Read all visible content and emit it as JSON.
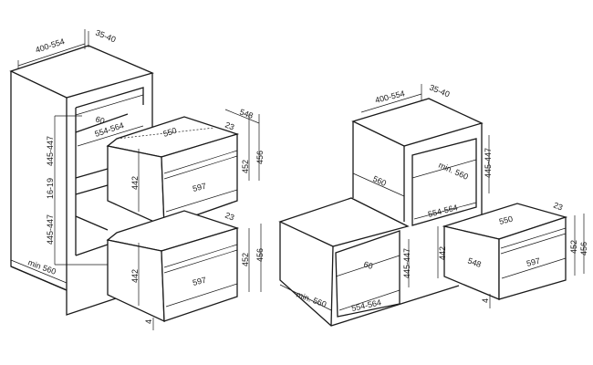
{
  "left_diagram": {
    "cabinet_width": "400-554",
    "rear_gap": "35-40",
    "niche_setback": "60",
    "niche_width": "554-564",
    "upper_niche_height": "445-447",
    "spacer_height": "16-19",
    "lower_niche_height": "445-447",
    "cabinet_depth": "min 560",
    "oven_depth": "548",
    "oven_body_width": "550",
    "upper_frame_offset": "23",
    "upper_body_height": "442",
    "upper_front_height": "452",
    "upper_total_height": "456",
    "upper_front_width": "597",
    "lower_frame_offset": "23",
    "lower_body_height": "442",
    "lower_front_height": "452",
    "lower_total_height": "456",
    "lower_front_width": "597",
    "bottom_offset": "4"
  },
  "right_diagram": {
    "cabinet_width": "400-554",
    "rear_gap": "35-40",
    "upper_cabinet_depth": "560",
    "upper_niche_depth": "min. 560",
    "upper_niche_height": "445-447",
    "upper_niche_width": "554-564",
    "lower_niche_setback": "60",
    "lower_niche_height": "445-447",
    "lower_cabinet_depth": "min. 560",
    "lower_niche_width": "554-564",
    "oven_body_width": "550",
    "frame_offset": "23",
    "body_height": "442",
    "oven_depth": "548",
    "front_width": "597",
    "front_height": "452",
    "total_height": "456",
    "bottom_offset": "4"
  }
}
